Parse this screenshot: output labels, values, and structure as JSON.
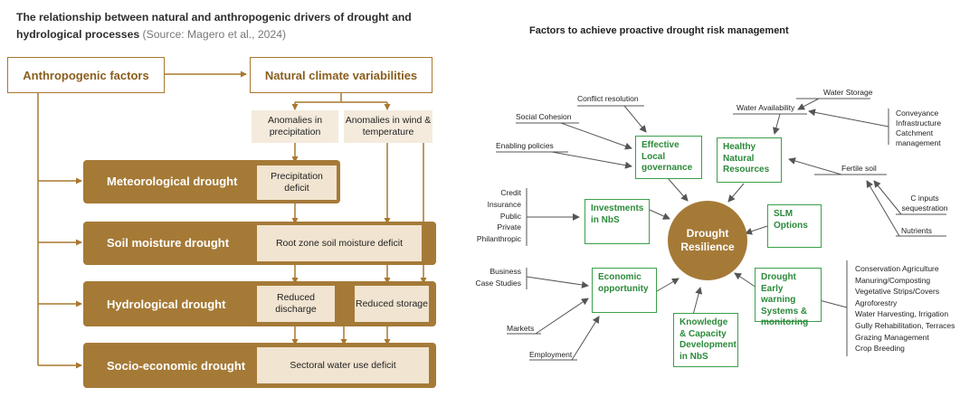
{
  "left": {
    "title_bold": "The relationship between natural and anthropogenic drivers of drought and hydrological processes",
    "title_source": "(Source: Magero et al., 2024)",
    "anthropogenic": "Anthropogenic factors",
    "natural": "Natural climate variabilities",
    "anomaly_precip": "Anomalies in precipitation",
    "anomaly_wind": "Anomalies in wind & temperature",
    "bars": [
      {
        "label": "Meteorological drought"
      },
      {
        "label": "Soil  moisture  drought"
      },
      {
        "label": "Hydrological drought"
      },
      {
        "label": "Socio-economic drought"
      }
    ],
    "precip_deficit": "Precipitation deficit",
    "root_zone": "Root zone soil moisture deficit",
    "reduced_discharge": "Reduced discharge",
    "reduced_storage": "Reduced storage",
    "sectoral": "Sectoral water use deficit"
  },
  "right": {
    "title": "Factors to achieve proactive drought risk management",
    "center": "Drought Resilience",
    "boxes": {
      "governance": "Effective Local governance",
      "healthy": "Healthy Natural Resources",
      "investments": "Investments in NbS",
      "slm": "SLM Options",
      "economic": "Economic opportunity",
      "early_warning": "Drought Early warning Systems & monitoring",
      "knowledge": "Knowledge & Capacity Development in NbS"
    },
    "labels": {
      "conflict": "Conflict resolution",
      "social": "Social Cohesion",
      "enabling": "Enabling policies",
      "water_avail": "Water Availability",
      "water_storage": "Water Storage",
      "conveyance": "Conveyance Infrastructure",
      "catchment": "Catchment management",
      "fertile": "Fertile soil",
      "c_inputs": "C inputs sequestration",
      "nutrients": "Nutrients",
      "business": "Business",
      "case_studies": "Case Studies",
      "markets": "Markets",
      "employment": "Employment"
    },
    "finance": [
      "Credit",
      "Insurance",
      "Public",
      "Private",
      "Philanthropic"
    ],
    "practices": [
      "Conservation Agriculture",
      "Manuring/Composting",
      "Vegetative Strips/Covers",
      "Agroforestry",
      "Water Harvesting, Irrigation",
      "Gully Rehabilitation, Terraces",
      "Grazing Management",
      "Crop Breeding"
    ]
  }
}
